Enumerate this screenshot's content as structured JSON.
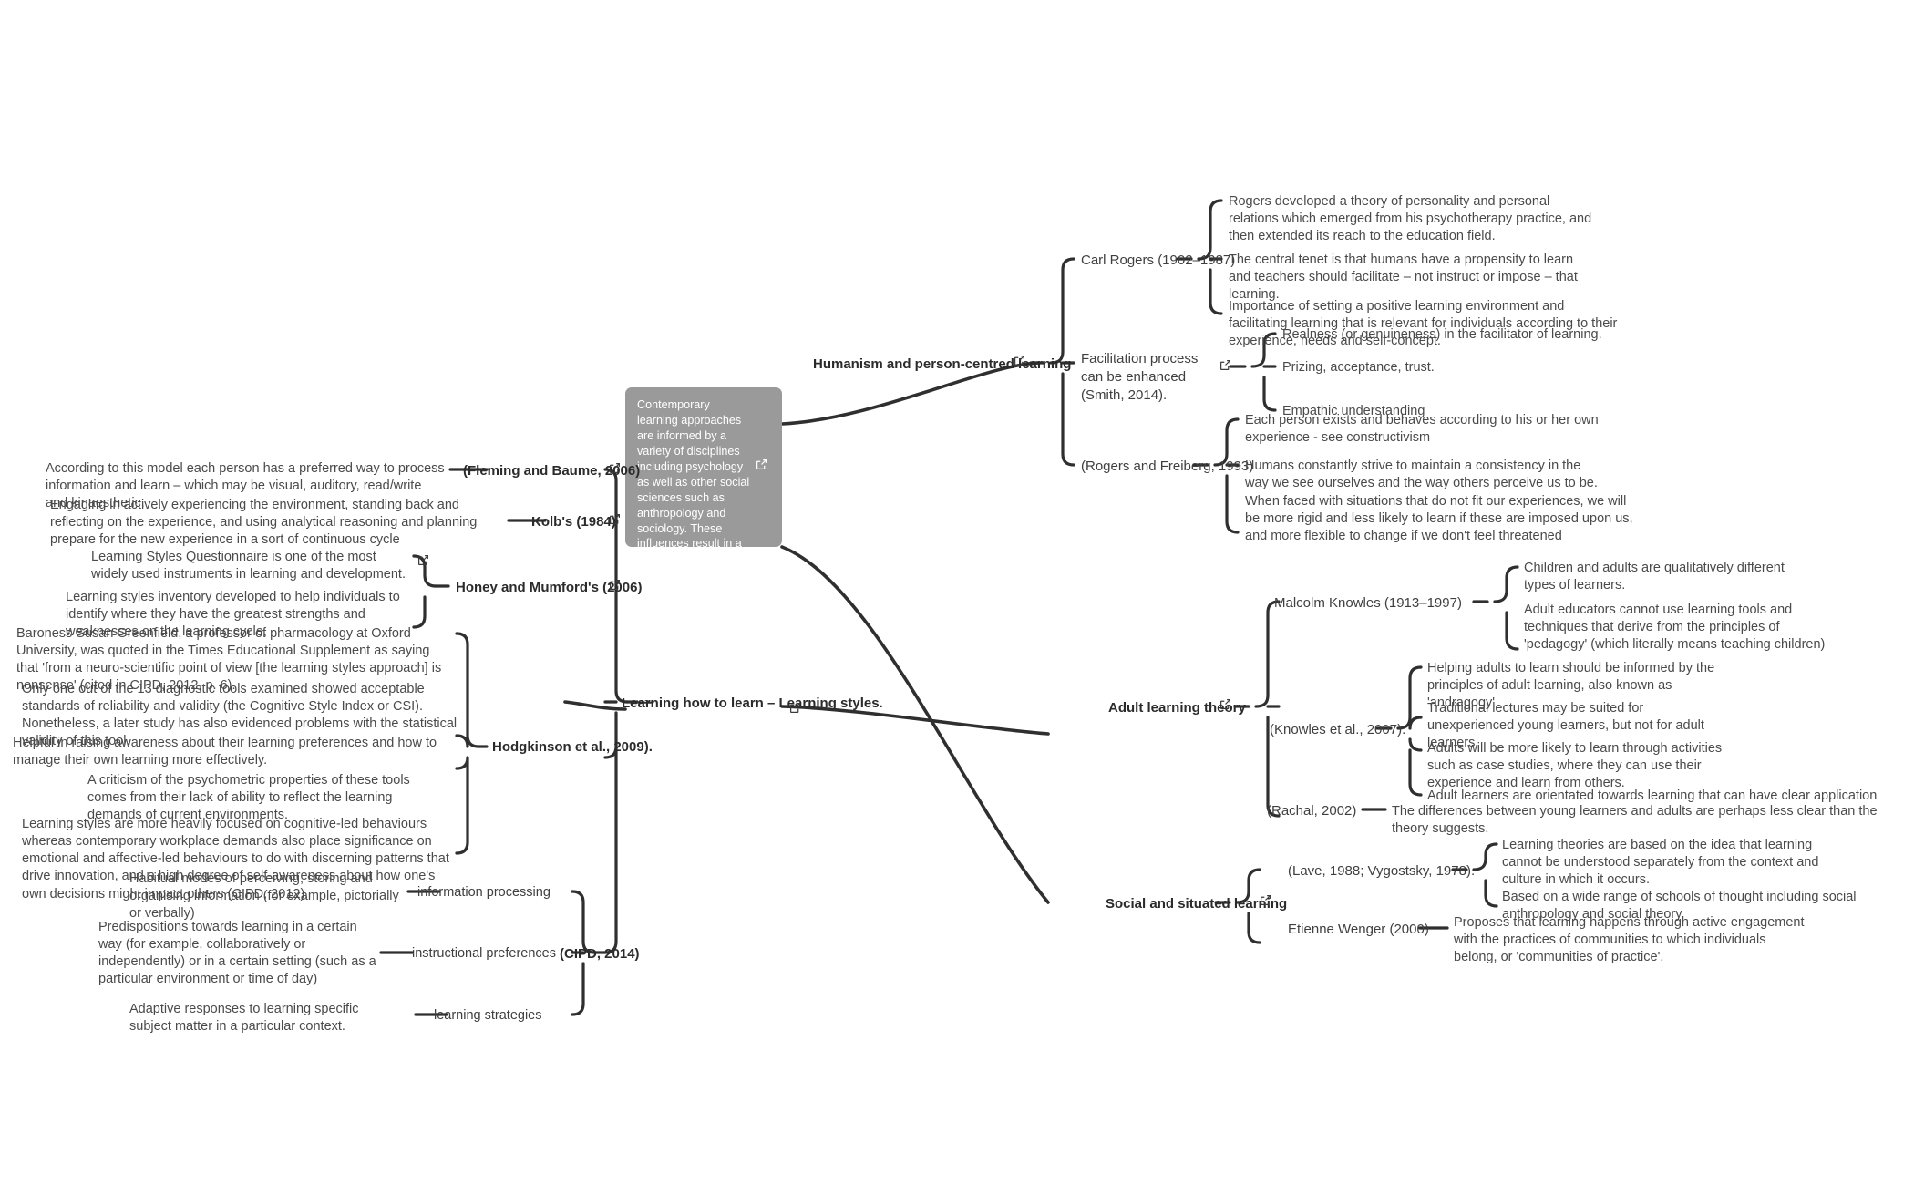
{
  "meta": {
    "diagram_type": "mind-map",
    "accent_line_color": "#2f2f2f",
    "central_card_color": "#9a9a9a",
    "central_text_color": "#ffffff",
    "body_text_color": "#4a4a4a",
    "icon_name": "external-link-icon"
  },
  "central": {
    "text": "Contemporary learning approaches are informed by a variety of disciplines including psychology as well as other social sciences such as anthropology and sociology. These influences result in a much stronger emphasis on contextualised adult learning, extending the ideas of early constructivist approaches. This section explores the impact of person-centred approaches and briefly introduces social and situated approaches."
  },
  "branches": {
    "humanism": {
      "label": "Humanism and person-centred learning",
      "children": [
        {
          "label": "Carl Rogers (1902–1987)",
          "details": [
            "Rogers developed a theory of personality and personal relations which emerged from his psychotherapy practice, and then extended its reach to the education field.",
            "The central tenet is that humans have a propensity to learn and teachers should facilitate – not instruct or impose – that learning.",
            "Importance of setting a positive learning environment and facilitating learning that is relevant for individuals according to their experience, needs and self-concept."
          ]
        },
        {
          "label": "Facilitation process can be enhanced (Smith, 2014).",
          "details": [
            "Realness (or genuineness) in the facilitator of learning.",
            "Prizing, acceptance, trust.",
            "Empathic understanding"
          ]
        },
        {
          "label": "(Rogers and Freiberg, 1993)",
          "details": [
            "Each person exists and behaves according to his or her own experience - see constructivism",
            "Humans constantly strive to maintain a consistency in the way we see ourselves and the way others perceive us to be.",
            "When faced with situations that do not fit our experiences, we will be more rigid and less likely to learn if these are imposed upon us, and more flexible to change if we don't feel threatened"
          ]
        }
      ]
    },
    "adult": {
      "label": "Adult learning theory",
      "children": [
        {
          "label": "Malcolm Knowles (1913–1997)",
          "details": [
            "Children and adults are qualitatively different types of learners.",
            "Adult educators cannot use learning tools and techniques that derive from the principles of 'pedagogy' (which literally means teaching children)"
          ]
        },
        {
          "label": "(Knowles et al., 2007).",
          "details": [
            "Helping adults to learn should be informed by the principles of adult learning, also known as 'andragogy'",
            "Traditional lectures may be suited for unexperienced young learners, but not for adult learners.",
            "Adults will be more likely to learn through activities such as case studies, where they can use their experience and learn from others.",
            "Adult learners are orientated towards learning that can have clear application"
          ]
        },
        {
          "label": "(Rachal, 2002)",
          "details": [
            "The differences between young learners and adults are perhaps less clear than the theory suggests."
          ]
        }
      ]
    },
    "social": {
      "label": "Social and situated learning",
      "children": [
        {
          "label": "(Lave, 1988; Vygostsky, 1978).",
          "details": [
            "Learning theories are based on the idea that learning cannot be understood separately from the context and culture in which it occurs.",
            "Based on a wide range of schools of thought including social anthropology and social theory"
          ]
        },
        {
          "label": "Etienne Wenger (2000)",
          "details": [
            "Proposes that learning happens through active engagement with the practices of communities to which individuals belong, or 'communities of practice'."
          ]
        }
      ]
    },
    "learning_how_to_learn": {
      "label": "Learning how to learn\n – Learning styles.",
      "children": [
        {
          "label": "(Fleming and Baume, 2006)",
          "details": [
            "According to this model each person has a preferred way to process information and learn – which may be visual, auditory, read/write and kinaesthetic."
          ]
        },
        {
          "label": "Kolb's (1984)",
          "details": [
            "Engaging in actively experiencing the environment, standing back and reflecting on the experience, and using analytical reasoning and planning prepare for the new experience in a sort of continuous cycle"
          ]
        },
        {
          "label": "Honey and Mumford's (2006)",
          "details": [
            "Learning Styles Questionnaire is one of the most widely used instruments in learning and development.",
            "Learning styles inventory developed to help individuals to identify where they have the greatest strengths and weaknesses on the learning cycle,"
          ]
        },
        {
          "label": "Hodgkinson et al., 2009).",
          "details": [
            "Baroness Susan Greenfield, a professor of pharmacology at Oxford University, was quoted in the Times Educational Supplement as saying that 'from a neuro-scientific point of view [the learning styles approach] is nonsense' (cited in CIPD, 2012, p. 6).",
            "Only one out of the 13 diagnostic tools examined showed acceptable standards of reliability and validity (the Cognitive Style Index or CSI). Nonetheless, a later study has also evidenced problems with the statistical validity of this tool.",
            "Helpful in raising awareness about their learning preferences and how to manage their own learning more effectively.",
            "A criticism of the psychometric properties of these tools comes from their lack of ability to reflect the learning demands of current environments.",
            "Learning styles are more heavily focused on cognitive-led behaviours whereas contemporary workplace demands also place significance on emotional and affective-led behaviours to do with discerning patterns that drive innovation, and a high degree of self-awareness about how one's own decisions might impact others (CIPD, 2012)."
          ]
        },
        {
          "label": "(CIPD, 2014)",
          "sublabels": [
            "information processing",
            "instructional preferences",
            "learning strategies"
          ],
          "details": [
            "Habitual modes of perceiving, storing and organising information (for example, pictorially or verbally)",
            "Predispositions towards learning in a certain way (for example, collaboratively or independently) or in a certain setting (such as a particular environment or time of day)",
            "Adaptive responses to learning specific subject matter in a particular context."
          ]
        }
      ]
    }
  }
}
